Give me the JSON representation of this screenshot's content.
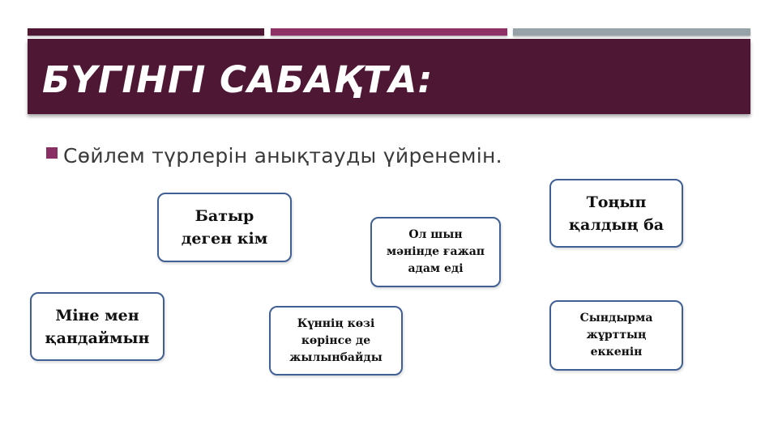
{
  "colors": {
    "bar_dark": "#4e1734",
    "bar_pink": "#8d3166",
    "bar_gray": "#97a1a8",
    "header_bg": "#4e1734",
    "title_text": "#ffffff",
    "bullet": "#8a2f63",
    "card_border": "#3f5f95"
  },
  "header": {
    "title": "БҮГІНГІ САБАҚТА:"
  },
  "objective": {
    "text": "Сөйлем түрлерін анықтауды үйренемін."
  },
  "cards": [
    {
      "lines": [
        "Батыр",
        "деген кім"
      ]
    },
    {
      "lines": [
        "Ол шын",
        "мәнінде ғажап",
        "адам еді"
      ]
    },
    {
      "lines": [
        "Тоңып",
        "қалдың ба"
      ]
    },
    {
      "lines": [
        "Міне мен",
        "қандаймын"
      ]
    },
    {
      "lines": [
        "Күннің көзі",
        "көрінсе де",
        "жылынбайды"
      ]
    },
    {
      "lines": [
        "Сындырма",
        "жұрттың",
        "еккенін"
      ]
    }
  ]
}
